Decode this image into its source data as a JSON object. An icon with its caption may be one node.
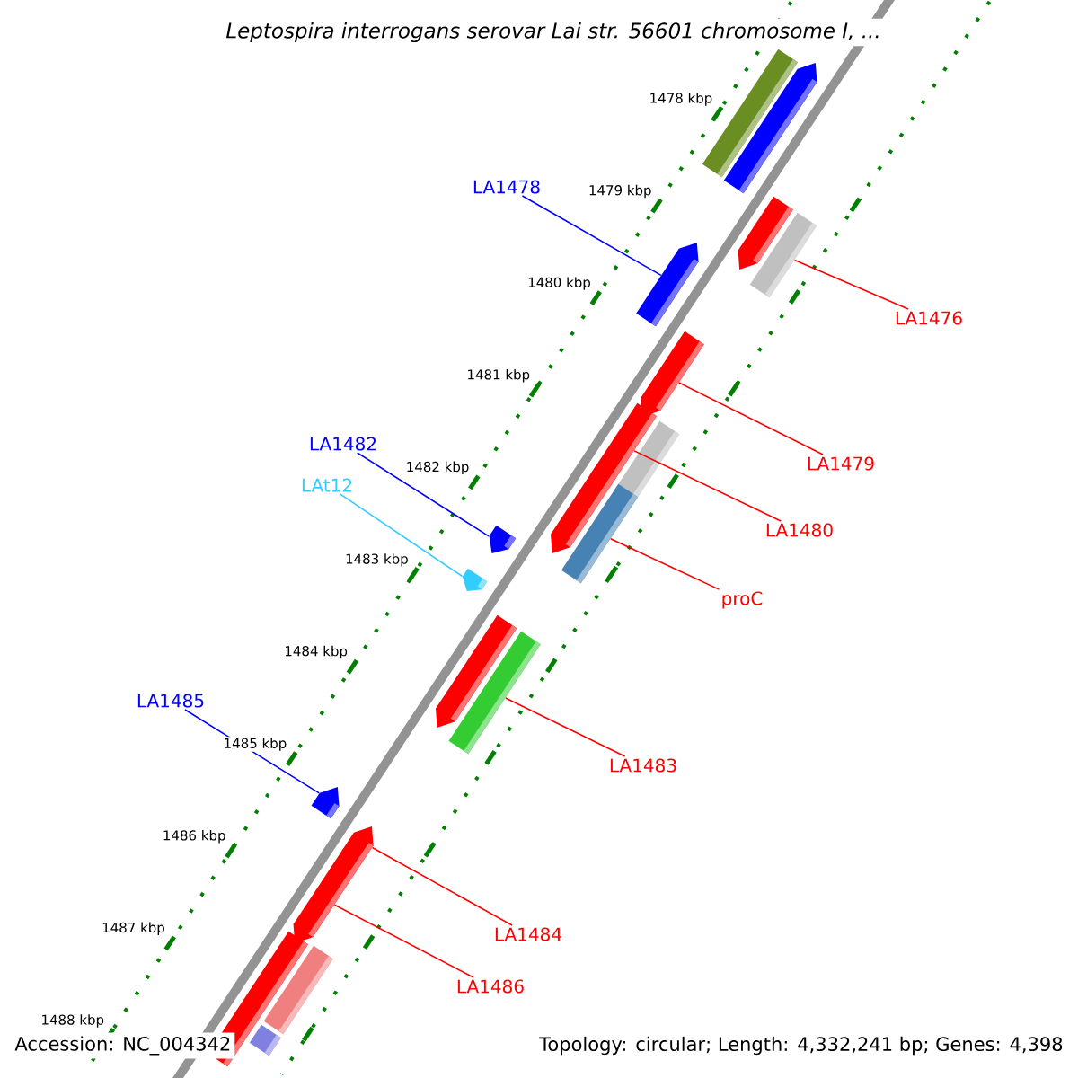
{
  "diagram": {
    "title": "Leptospira interrogans serovar Lai str. 56601 chromosome I, ...",
    "nodes": [
      {
        "text": [
          "LA1478"
        ]
      },
      {
        "text": [
          "LA1476"
        ]
      },
      {
        "text": [
          "LA1479"
        ]
      },
      {
        "text": [
          "LA1482"
        ]
      },
      {
        "text": [
          "LA1480"
        ]
      },
      {
        "text": [
          "LAt12"
        ]
      },
      {
        "text": [
          "proC"
        ]
      },
      {
        "text": [
          "LA1485"
        ]
      },
      {
        "text": [
          "LA1483"
        ]
      },
      {
        "text": [
          "LA1484"
        ]
      },
      {
        "text": [
          "LA1486"
        ]
      },
      {
        "text": [],
        "shape": "bar"
      },
      {
        "text": [],
        "shape": "bar"
      },
      {
        "text": [],
        "shape": "bar"
      },
      {
        "text": [],
        "shape": "bar"
      },
      {
        "text": [],
        "shape": "bar"
      },
      {
        "text": [],
        "shape": "bar"
      },
      {
        "text": [],
        "shape": "bar"
      },
      {
        "text": [],
        "shape": "bar"
      },
      {
        "text": [],
        "shape": "bar"
      },
      {
        "text": [],
        "shape": "bar"
      },
      {
        "text": [],
        "shape": "bar"
      },
      {
        "text": [],
        "shape": "bar"
      },
      {
        "text": [],
        "shape": "bar"
      },
      {
        "text": [],
        "shape": "bar"
      },
      {
        "text": [],
        "shape": "bar"
      },
      {
        "text": [],
        "shape": "bar"
      },
      {
        "text": [],
        "shape": "bar"
      },
      {
        "text": [],
        "shape": "bar"
      },
      {
        "text": [],
        "shape": "bar"
      },
      {
        "text": [],
        "shape": "bar"
      }
    ],
    "edges": [
      {
        "from": 0,
        "to": 15,
        "arrow": "none",
        "color": "#0000ff"
      },
      {
        "from": 1,
        "to": 14,
        "arrow": "none"
      },
      {
        "from": 2,
        "to": 16,
        "arrow": "none"
      },
      {
        "from": 3,
        "to": 21,
        "arrow": "none",
        "color": "#0000ff"
      },
      {
        "from": 4,
        "to": 17,
        "arrow": "none"
      },
      {
        "from": 5,
        "to": 22,
        "arrow": "none",
        "color": "#33ccff"
      },
      {
        "from": 6,
        "to": 20,
        "arrow": "none"
      },
      {
        "from": 7,
        "to": 25,
        "arrow": "none",
        "color": "#0000ff"
      },
      {
        "from": 8,
        "to": 24,
        "arrow": "none"
      },
      {
        "from": 9,
        "to": 26,
        "arrow": "none"
      },
      {
        "from": 10,
        "to": 27,
        "arrow": "none"
      }
    ],
    "labels": [
      "1478 kbp",
      "1479 kbp",
      "1480 kbp",
      "1481 kbp",
      "1482 kbp",
      "1483 kbp",
      "1484 kbp",
      "1485 kbp",
      "1486 kbp",
      "1487 kbp",
      "1488 kbp",
      "Accession: NC_004342",
      "Topology: circular; Length: 4,332,241 bp; Genes: 4,398"
    ]
  }
}
